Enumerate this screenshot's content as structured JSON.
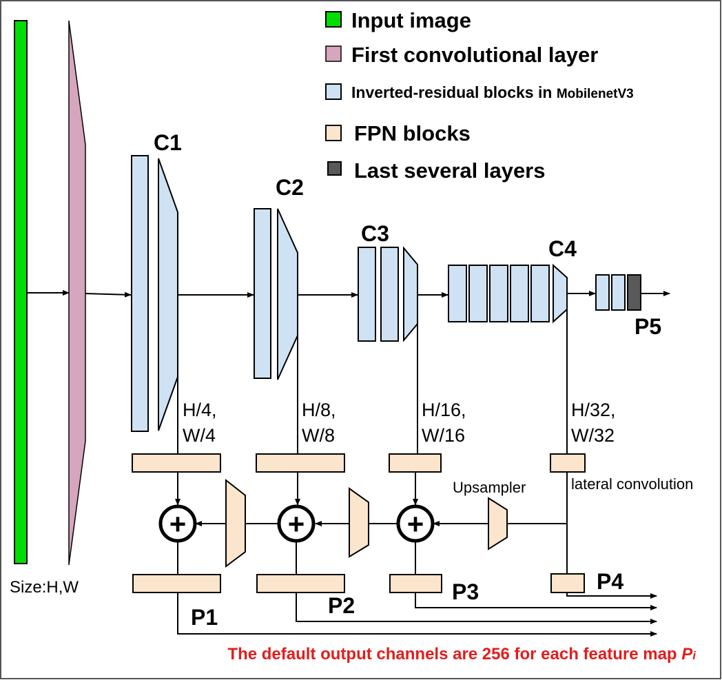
{
  "legend": {
    "input": "Input image",
    "first_conv": "First convolutional layer",
    "inverted_residual_prefix": "Inverted-residual blocks in ",
    "inverted_residual_model": "MobilenetV3",
    "fpn": "FPN blocks",
    "last_layers": "Last several layers"
  },
  "colors": {
    "input": "#00dd00",
    "first_conv": "#d5a6bd",
    "inverted_residual": "#cfe2f3",
    "fpn": "#fce5cd",
    "last_layers": "#595959",
    "note": "#e31c1c"
  },
  "stages": {
    "c1": "C1",
    "c2": "C2",
    "c3": "C3",
    "c4": "C4"
  },
  "dims": {
    "c1_h": "H/4,",
    "c1_w": "W/4",
    "c2_h": "H/8,",
    "c2_w": "W/8",
    "c3_h": "H/16,",
    "c3_w": "W/16",
    "c4_h": "H/32,",
    "c4_w": "W/32"
  },
  "outputs": {
    "p1": "P1",
    "p2": "P2",
    "p3": "P3",
    "p4": "P4",
    "p5": "P5"
  },
  "labels": {
    "input_size": "Size:H,W",
    "upsampler": "Upsampler",
    "lateral": "lateral convolution",
    "plus": "+"
  },
  "footer": {
    "note": "The default output channels are 256 for each feature map ",
    "symbol": "P",
    "subscript": "i"
  }
}
